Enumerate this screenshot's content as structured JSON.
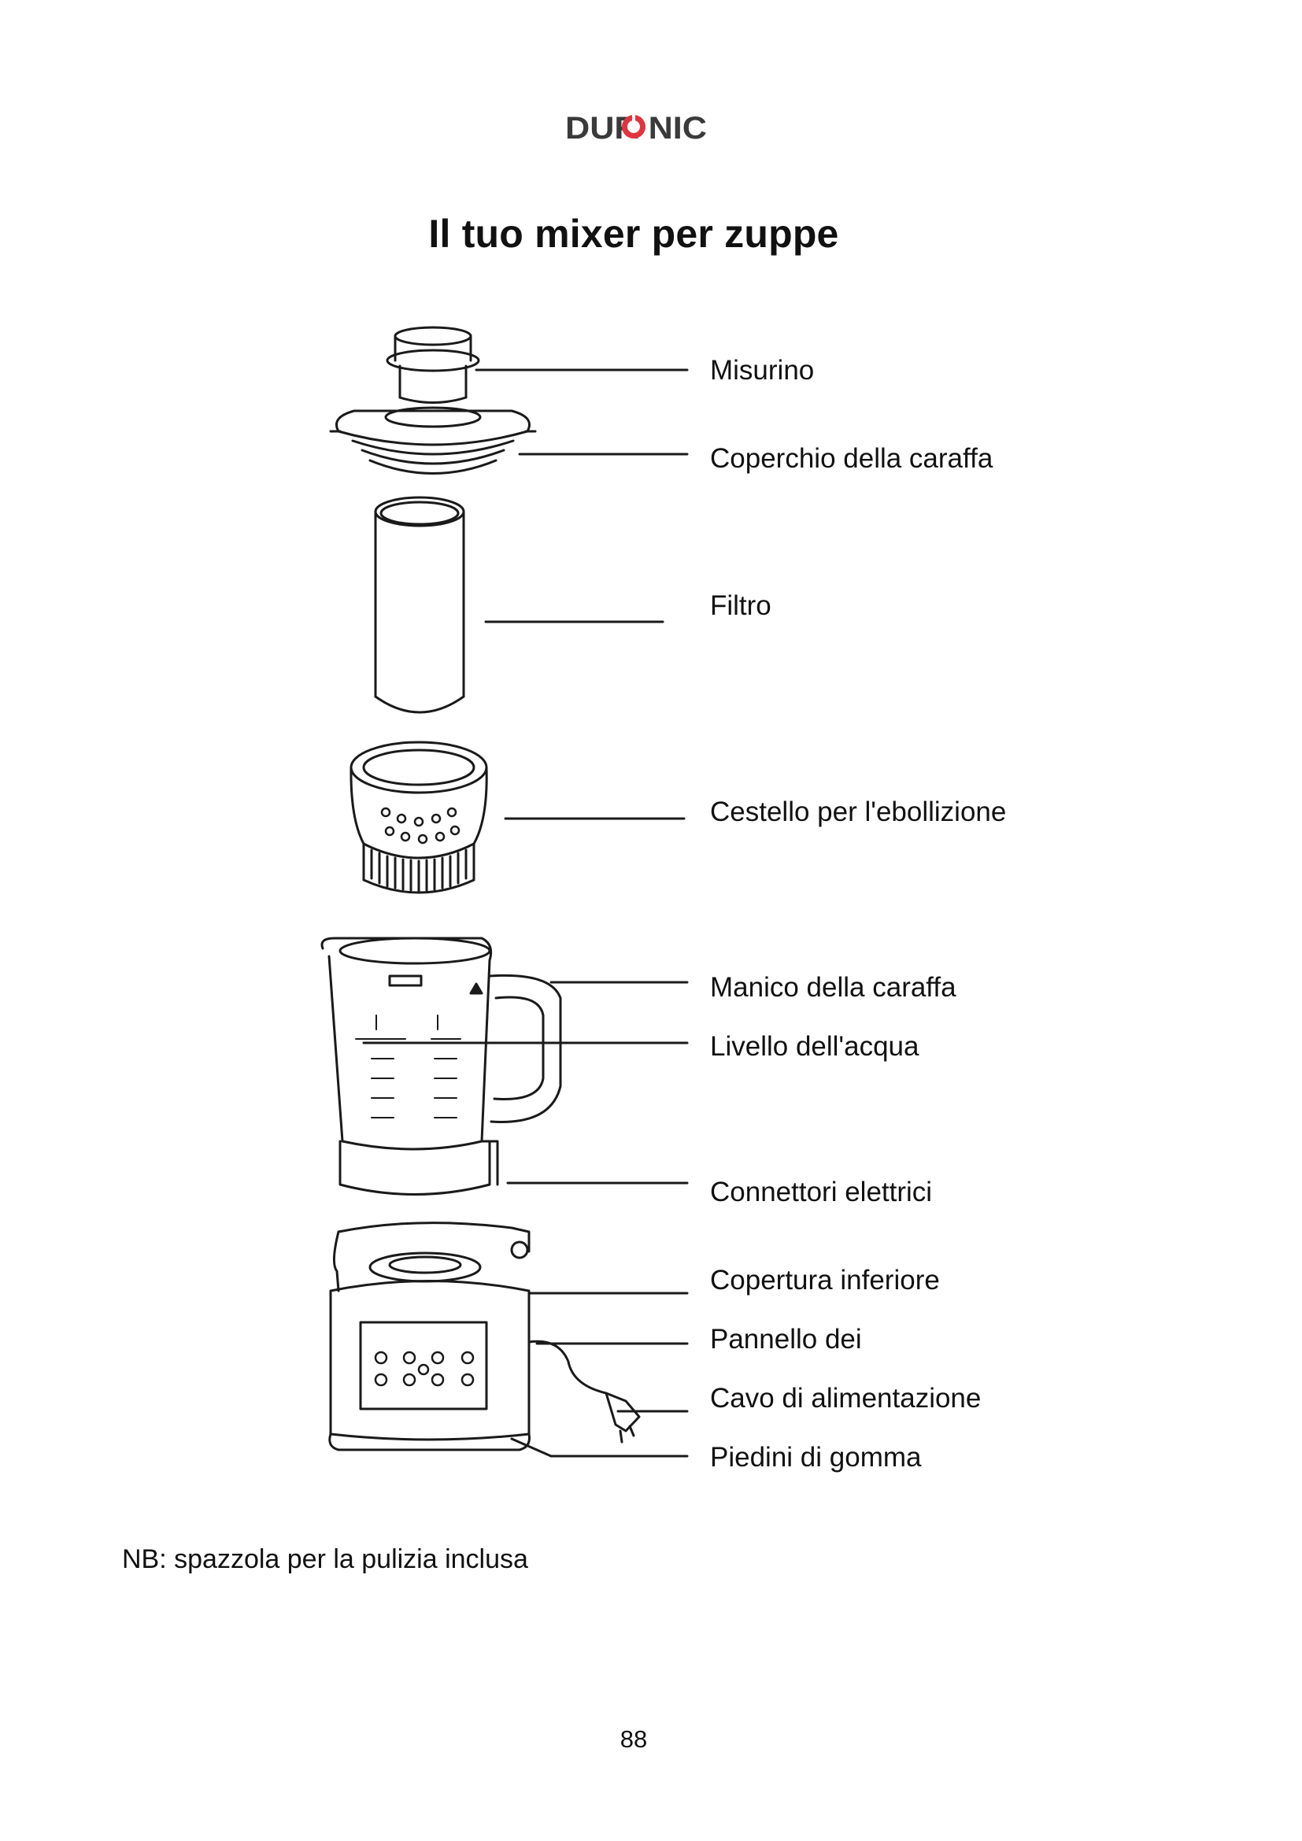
{
  "header": {
    "logo_text": "DURONIC"
  },
  "title": "Il tuo mixer per zuppe",
  "labels": {
    "misurino": "Misurino",
    "coperchio": "Coperchio della caraffa",
    "filtro": "Filtro",
    "cestello": "Cestello per l'ebollizione",
    "manico": "Manico della caraffa",
    "livello": "Livello dell'acqua",
    "connettori": "Connettori elettrici",
    "copertura": "Copertura inferiore",
    "pannello": "Pannello dei",
    "cavo": "Cavo di alimentazione",
    "piedini": "Piedini di gomma"
  },
  "note": "NB: spazzola per la pulizia inclusa",
  "page_number": "88",
  "colors": {
    "logo_dark": "#3a3a3a",
    "logo_accent": "#e2343f",
    "line": "#1a1a1a"
  }
}
